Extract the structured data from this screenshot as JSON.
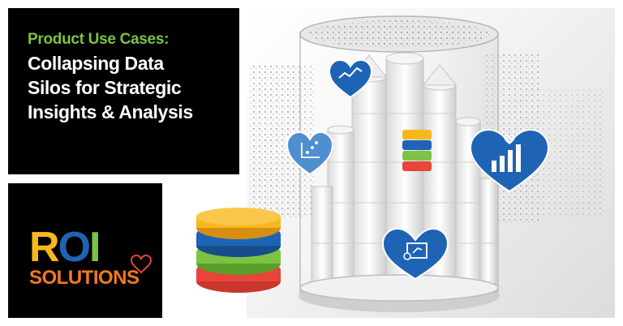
{
  "title": {
    "line1": "Product Use Cases:",
    "line2": "Collapsing Data",
    "line3": "Silos for Strategic",
    "line4": "Insights & Analysis"
  },
  "logo": {
    "word1": "ROI",
    "word2": "SOLUTIONS"
  },
  "colors": {
    "green": "#7cc243",
    "blue": "#1f64b4",
    "orange": "#f47a1f",
    "yellow": "#f7b81e",
    "red": "#e8443a"
  },
  "icons": [
    "line-chart-heart-icon",
    "scatter-heart-icon",
    "bar-chart-heart-icon",
    "presentation-heart-icon",
    "heart-icon"
  ]
}
